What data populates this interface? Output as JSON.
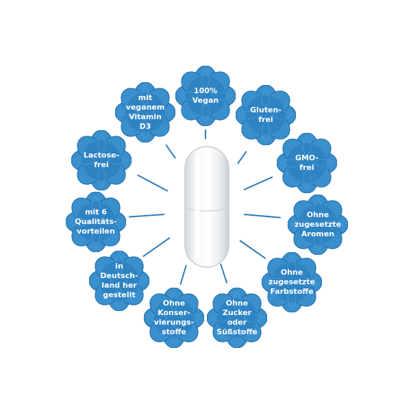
{
  "colors": {
    "badge_fill": "#2e83c3",
    "badge_petal": "#3a8fcd",
    "badge_stroke": "#1f6aa6",
    "label": "#ffffff",
    "line": "#2d7bb8"
  },
  "capsule": {
    "icon": "capsule-icon"
  },
  "badges": [
    {
      "id": "vegan",
      "label": "100%\nVegan"
    },
    {
      "id": "gluten-free",
      "label": "Gluten-\nfrei"
    },
    {
      "id": "gmo-free",
      "label": "GMO-\nfrei"
    },
    {
      "id": "no-aromas",
      "label": "Ohne\nzugesetzte\nAromen"
    },
    {
      "id": "no-dyes",
      "label": "Ohne\nzugesetzte\nFarbstoffe"
    },
    {
      "id": "no-sugar",
      "label": "Ohne\nZucker\noder\nSüßstoffe"
    },
    {
      "id": "no-preservatives",
      "label": "Ohne\nKonser-\nvierungs-\nstoffe"
    },
    {
      "id": "made-in-germany",
      "label": "in\nDeutsch-\nland her\ngestellt"
    },
    {
      "id": "quality-benefits",
      "label": "mit 6\nQualitäts-\nvorteilen"
    },
    {
      "id": "lactose-free",
      "label": "Lactose-\nfrei"
    },
    {
      "id": "vegan-d3",
      "label": "mit\nveganem\nVitamin\nD3"
    }
  ]
}
